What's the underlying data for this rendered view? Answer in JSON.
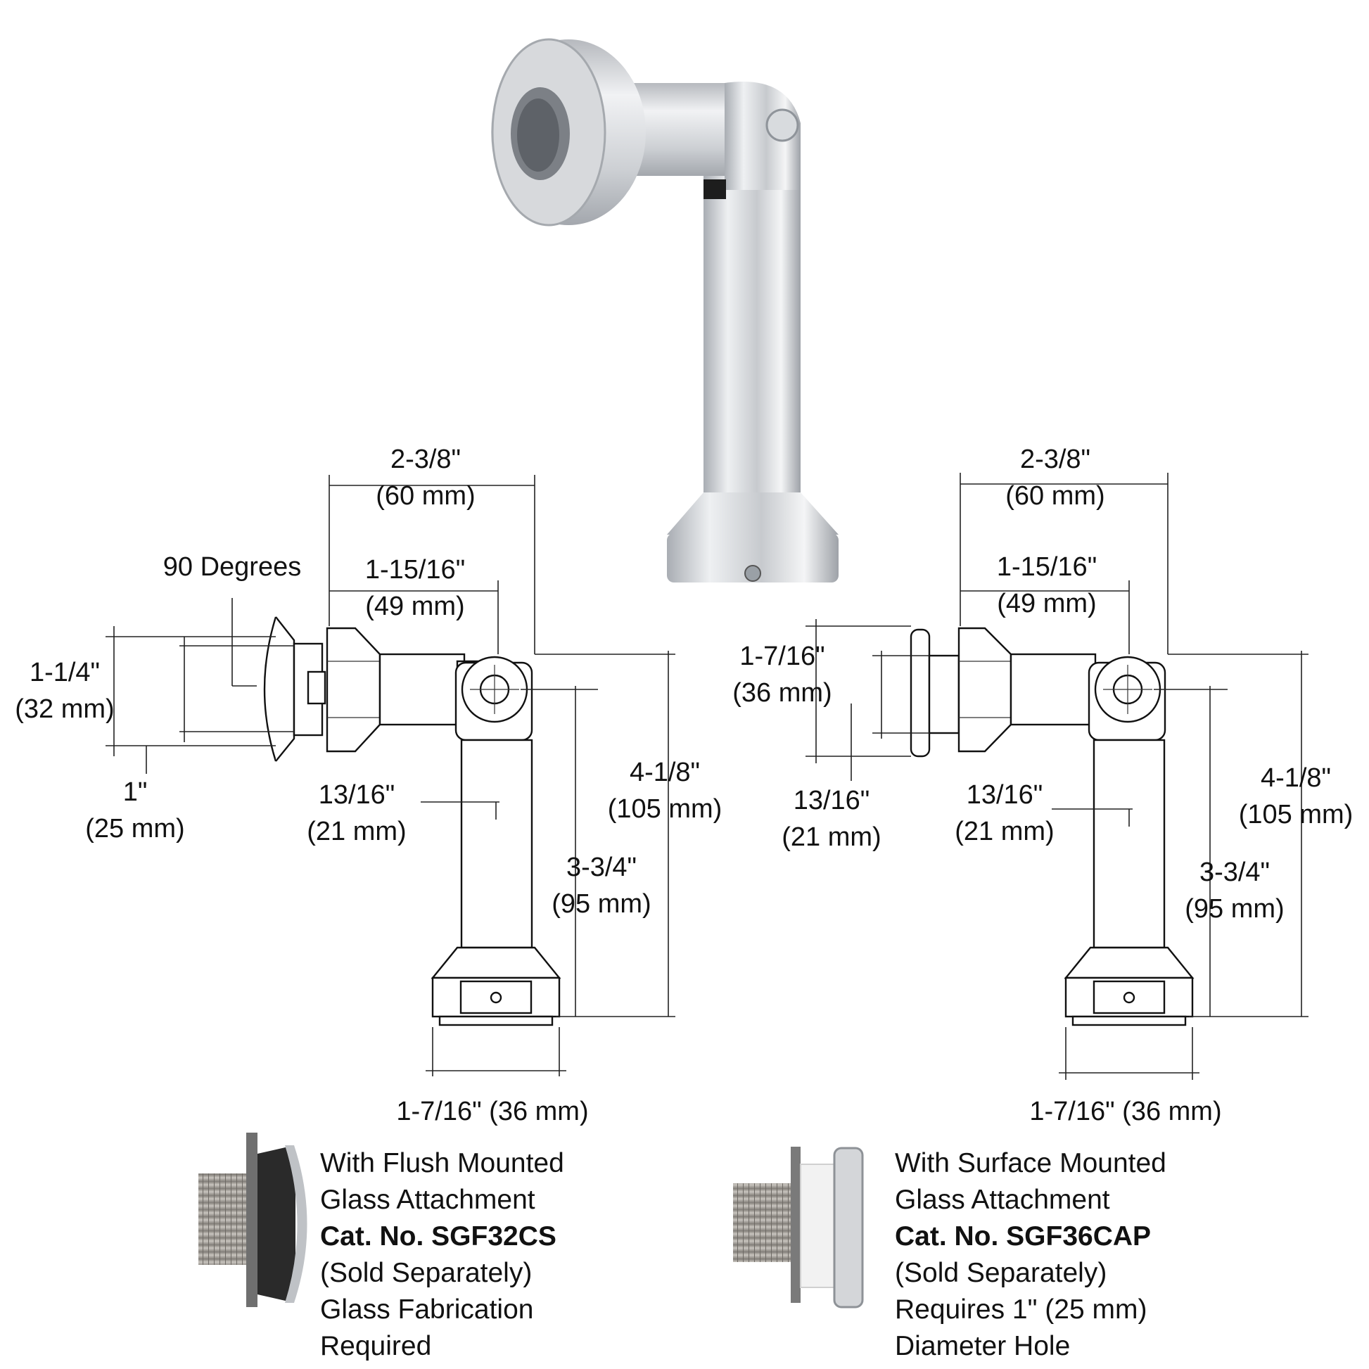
{
  "left_view": {
    "top_width_in": "2-3/8\"",
    "top_width_mm": "(60 mm)",
    "mid_width_in": "1-15/16\"",
    "mid_width_mm": "(49 mm)",
    "angle_label": "90 Degrees",
    "plate_dia_in": "1-1/4\"",
    "plate_dia_mm": "(32 mm)",
    "hole_dia_in": "1\"",
    "hole_dia_mm": "(25 mm)",
    "glass_in": "13/16\"",
    "glass_mm": "(21 mm)",
    "total_height_in": "4-1/8\"",
    "total_height_mm": "(105 mm)",
    "center_height_in": "3-3/4\"",
    "center_height_mm": "(95 mm)",
    "base_width": "1-7/16\" (36 mm)"
  },
  "right_view": {
    "top_width_in": "2-3/8\"",
    "top_width_mm": "(60 mm)",
    "mid_width_in": "1-15/16\"",
    "mid_width_mm": "(49 mm)",
    "plate_dia_in": "1-7/16\"",
    "plate_dia_mm": "(36 mm)",
    "plate_glass_in": "13/16\"",
    "plate_glass_mm": "(21 mm)",
    "glass_in": "13/16\"",
    "glass_mm": "(21 mm)",
    "total_height_in": "4-1/8\"",
    "total_height_mm": "(105 mm)",
    "center_height_in": "3-3/4\"",
    "center_height_mm": "(95 mm)",
    "base_width": "1-7/16\" (36 mm)"
  },
  "left_caption": {
    "line1": "With Flush Mounted",
    "line2": "Glass Attachment",
    "line3": "Cat. No. SGF32CS",
    "line4": "(Sold Separately)",
    "line5": "Glass Fabrication",
    "line6": "Required"
  },
  "right_caption": {
    "line1": "With Surface Mounted",
    "line2": "Glass Attachment",
    "line3": "Cat. No. SGF36CAP",
    "line4": "(Sold Separately)",
    "line5": "Requires 1\" (25 mm)",
    "line6": "Diameter Hole"
  },
  "colors": {
    "steel_light": "#e4e6e9",
    "steel_mid": "#c3c6cb",
    "steel_dark": "#8d9197",
    "gasket_black": "#2a2a2a",
    "gasket_white": "#f2f2f2",
    "thread": "#9a9690"
  }
}
